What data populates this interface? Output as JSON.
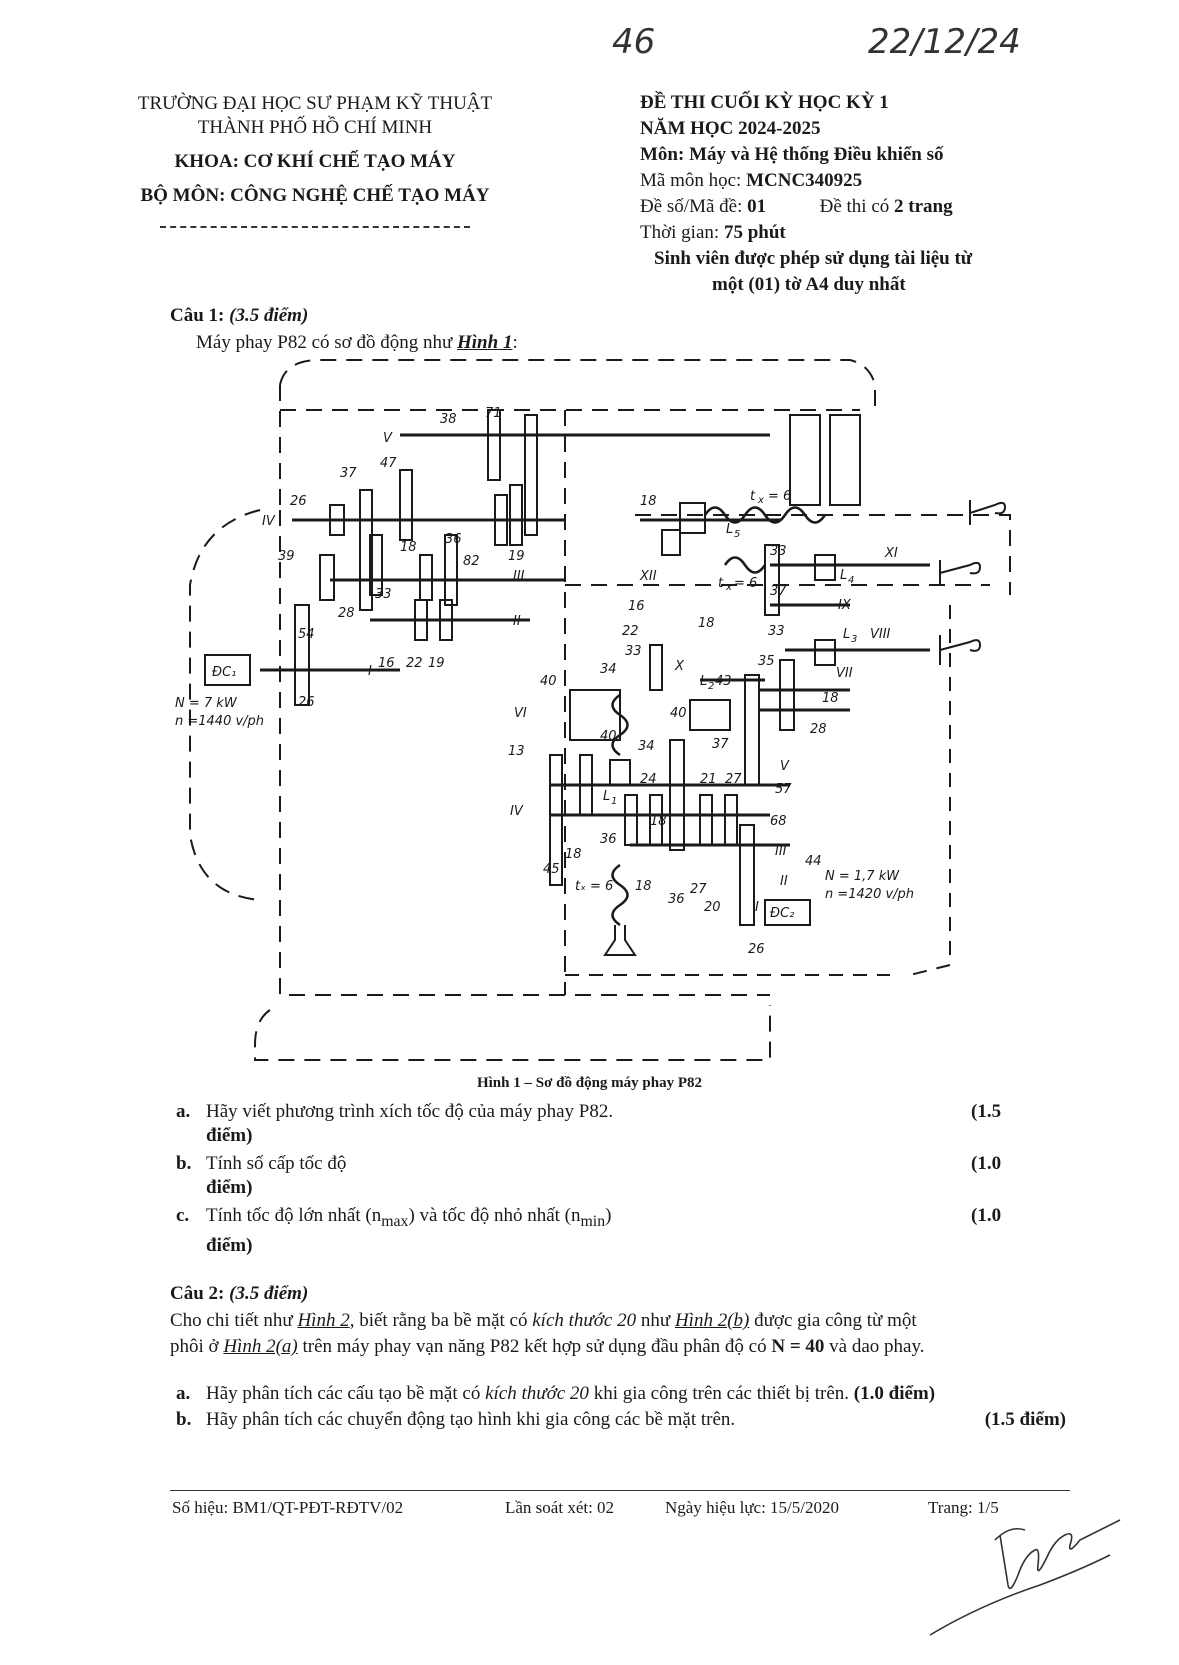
{
  "handwriting": {
    "code": "46",
    "date": "22/12/24"
  },
  "school": {
    "line1": "TRƯỜNG ĐẠI HỌC SƯ PHẠM KỸ THUẬT",
    "line2": "THÀNH PHỐ HỒ CHÍ MINH",
    "faculty": "KHOA: CƠ KHÍ CHẾ TẠO MÁY",
    "department": "BỘ MÔN: CÔNG NGHỆ CHẾ TẠO MÁY"
  },
  "exam": {
    "title1": "ĐỀ THI CUỐI KỲ HỌC KỲ 1",
    "title2": "NĂM HỌC 2024-2025",
    "subject": "Môn: Máy và Hệ thống Điều khiển số",
    "code_label": "Mã môn học: ",
    "code_value": "MCNC340925",
    "number_label": "Đề số/Mã đề: ",
    "number_value": "01",
    "pages_label": "Đề thi có ",
    "pages_value": "2 trang",
    "time_label": "Thời gian: ",
    "time_value": "75 phút",
    "note1": "Sinh viên được phép sử dụng tài liệu từ",
    "note2": "một (01) tờ A4 duy nhất"
  },
  "q1": {
    "label": "Câu 1: ",
    "points": "(3.5 điểm)",
    "intro_a": "Máy phay P82 có sơ đồ động như ",
    "intro_ref": "Hình 1",
    "intro_b": ":",
    "figure_caption": "Hình 1 – Sơ đồ động máy phay P82",
    "items": [
      {
        "label": "a.",
        "text": "Hãy viết phương trình xích tốc độ của máy phay P82.",
        "points_a": "(1.5",
        "points_b": "điểm)"
      },
      {
        "label": "b.",
        "text": "Tính số cấp tốc độ",
        "points_a": "(1.0",
        "points_b": "điểm)"
      },
      {
        "label": "c.",
        "text_a": "Tính tốc độ lớn nhất (n",
        "sub1": "max",
        "text_b": ") và tốc độ nhỏ nhất (n",
        "sub2": "min",
        "text_c": ")",
        "points_a": "(1.0",
        "points_b": "điểm)"
      }
    ]
  },
  "diagram": {
    "motor1": "ĐC₁",
    "motor1_power": "N = 7 kW",
    "motor1_speed": "n =1440 v/ph",
    "motor2": "ĐC₂",
    "motor2_power": "N = 1,7 kW",
    "motor2_speed": "n =1420 v/ph",
    "pitch": "tₓ = 6"
  },
  "q2": {
    "label": "Câu 2: ",
    "points": "(3.5 điểm)",
    "p1_a": "Cho chi tiết như ",
    "p1_ref1": "Hình 2",
    "p1_b": ", biết rằng ba bề mặt có ",
    "p1_it": "kích thước 20",
    "p1_c": " như ",
    "p1_ref2": "Hình 2(b)",
    "p1_d": " được gia công từ một",
    "p2_a": "phôi ở ",
    "p2_ref": "Hình 2(a)",
    "p2_b": " trên máy phay vạn năng P82 kết hợp sử dụng đầu phân độ có ",
    "p2_n": "N = 40",
    "p2_c": " và dao phay.",
    "items": [
      {
        "label": "a.",
        "text_a": "Hãy phân tích các cấu tạo bề mặt có ",
        "text_it": "kích thước 20",
        "text_b": " khi gia công trên các thiết bị trên. ",
        "points": "(1.0 điểm)"
      },
      {
        "label": "b.",
        "text": "Hãy phân tích các chuyển động tạo hình khi gia công các bề mặt trên.",
        "points": "(1.5 điểm)"
      }
    ]
  },
  "footer": {
    "code": "Số hiệu: BM1/QT-PĐT-RĐTV/02",
    "revision": "Lần soát xét: 02",
    "effective": "Ngày hiệu lực: 15/5/2020",
    "page": "Trang: 1/5"
  }
}
